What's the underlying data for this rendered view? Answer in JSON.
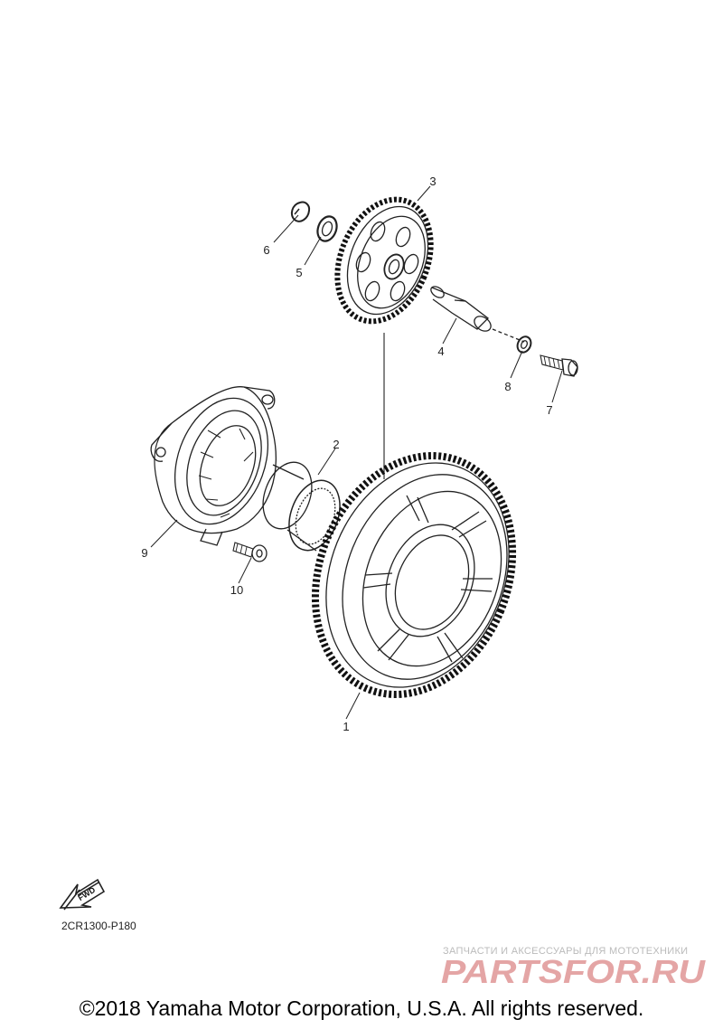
{
  "diagram": {
    "part_numbers": [
      "1",
      "2",
      "3",
      "4",
      "5",
      "6",
      "7",
      "8",
      "9",
      "10"
    ],
    "fwd_label": "FWD",
    "diagram_code": "2CR1300-P180"
  },
  "watermark": {
    "tagline": "ЗАПЧАСТИ И АКСЕССУАРЫ ДЛЯ МОТОТЕХНИКИ",
    "logo_text": "PARTSFOR.RU",
    "color": "#e4a5a5"
  },
  "footer": {
    "copyright": "©2018 Yamaha Motor Corporation, U.S.A. All rights reserved."
  }
}
